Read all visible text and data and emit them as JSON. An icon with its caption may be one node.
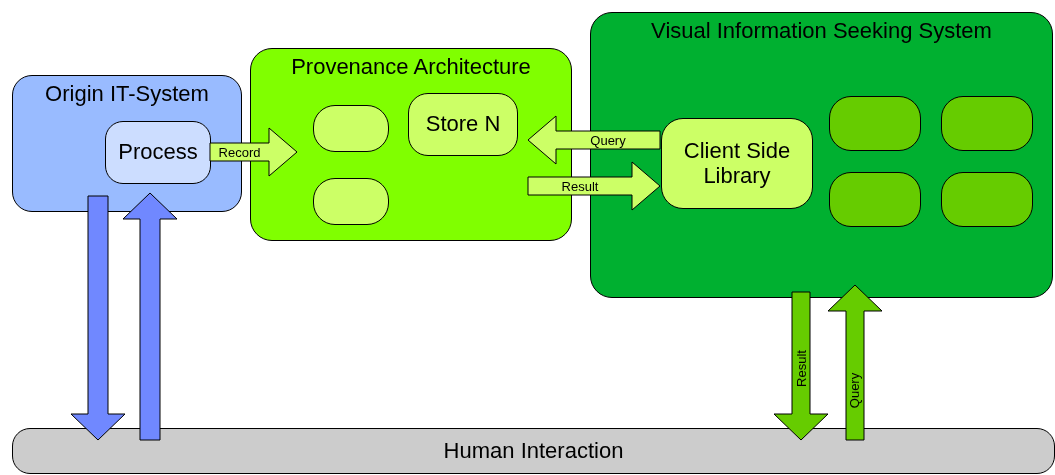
{
  "diagram": {
    "nodes": [
      {
        "text": [
          "Origin IT-System"
        ]
      },
      {
        "text": [
          "Process"
        ],
        "in": 0
      },
      {
        "text": [
          "Provenance Architecture"
        ]
      },
      {
        "text": [],
        "shape": "box",
        "in": 2
      },
      {
        "text": [
          "Store N"
        ],
        "in": 2
      },
      {
        "text": [],
        "shape": "box",
        "in": 2
      },
      {
        "text": [
          "Visual Information Seeking System"
        ]
      },
      {
        "text": [
          "Client Side Library"
        ],
        "in": 6
      },
      {
        "text": [],
        "shape": "box",
        "in": 6
      },
      {
        "text": [],
        "shape": "box",
        "in": 6
      },
      {
        "text": [],
        "shape": "box",
        "in": 6
      },
      {
        "text": [],
        "shape": "box",
        "in": 6
      },
      {
        "text": [
          "Human Interaction"
        ]
      }
    ],
    "edges": [
      {
        "from": 1,
        "to": 2,
        "arrow": "to",
        "label": "Record",
        "style": "thick",
        "color": "#ccff66"
      },
      {
        "from": 7,
        "to": 4,
        "arrow": "to",
        "label": "Query",
        "style": "thick",
        "color": "#ccff66"
      },
      {
        "from": 2,
        "to": 7,
        "arrow": "to",
        "label": "Result",
        "style": "thick",
        "color": "#ccff66"
      },
      {
        "from": 0,
        "to": 12,
        "arrow": "to",
        "style": "thick",
        "color": "#7088ff"
      },
      {
        "from": 12,
        "to": 0,
        "arrow": "to",
        "style": "thick",
        "color": "#7088ff"
      },
      {
        "from": 6,
        "to": 12,
        "arrow": "to",
        "label": "Result",
        "style": "thick",
        "color": "#66cc00"
      },
      {
        "from": 12,
        "to": 6,
        "arrow": "to",
        "label": "Query",
        "style": "thick",
        "color": "#66cc00"
      }
    ]
  }
}
